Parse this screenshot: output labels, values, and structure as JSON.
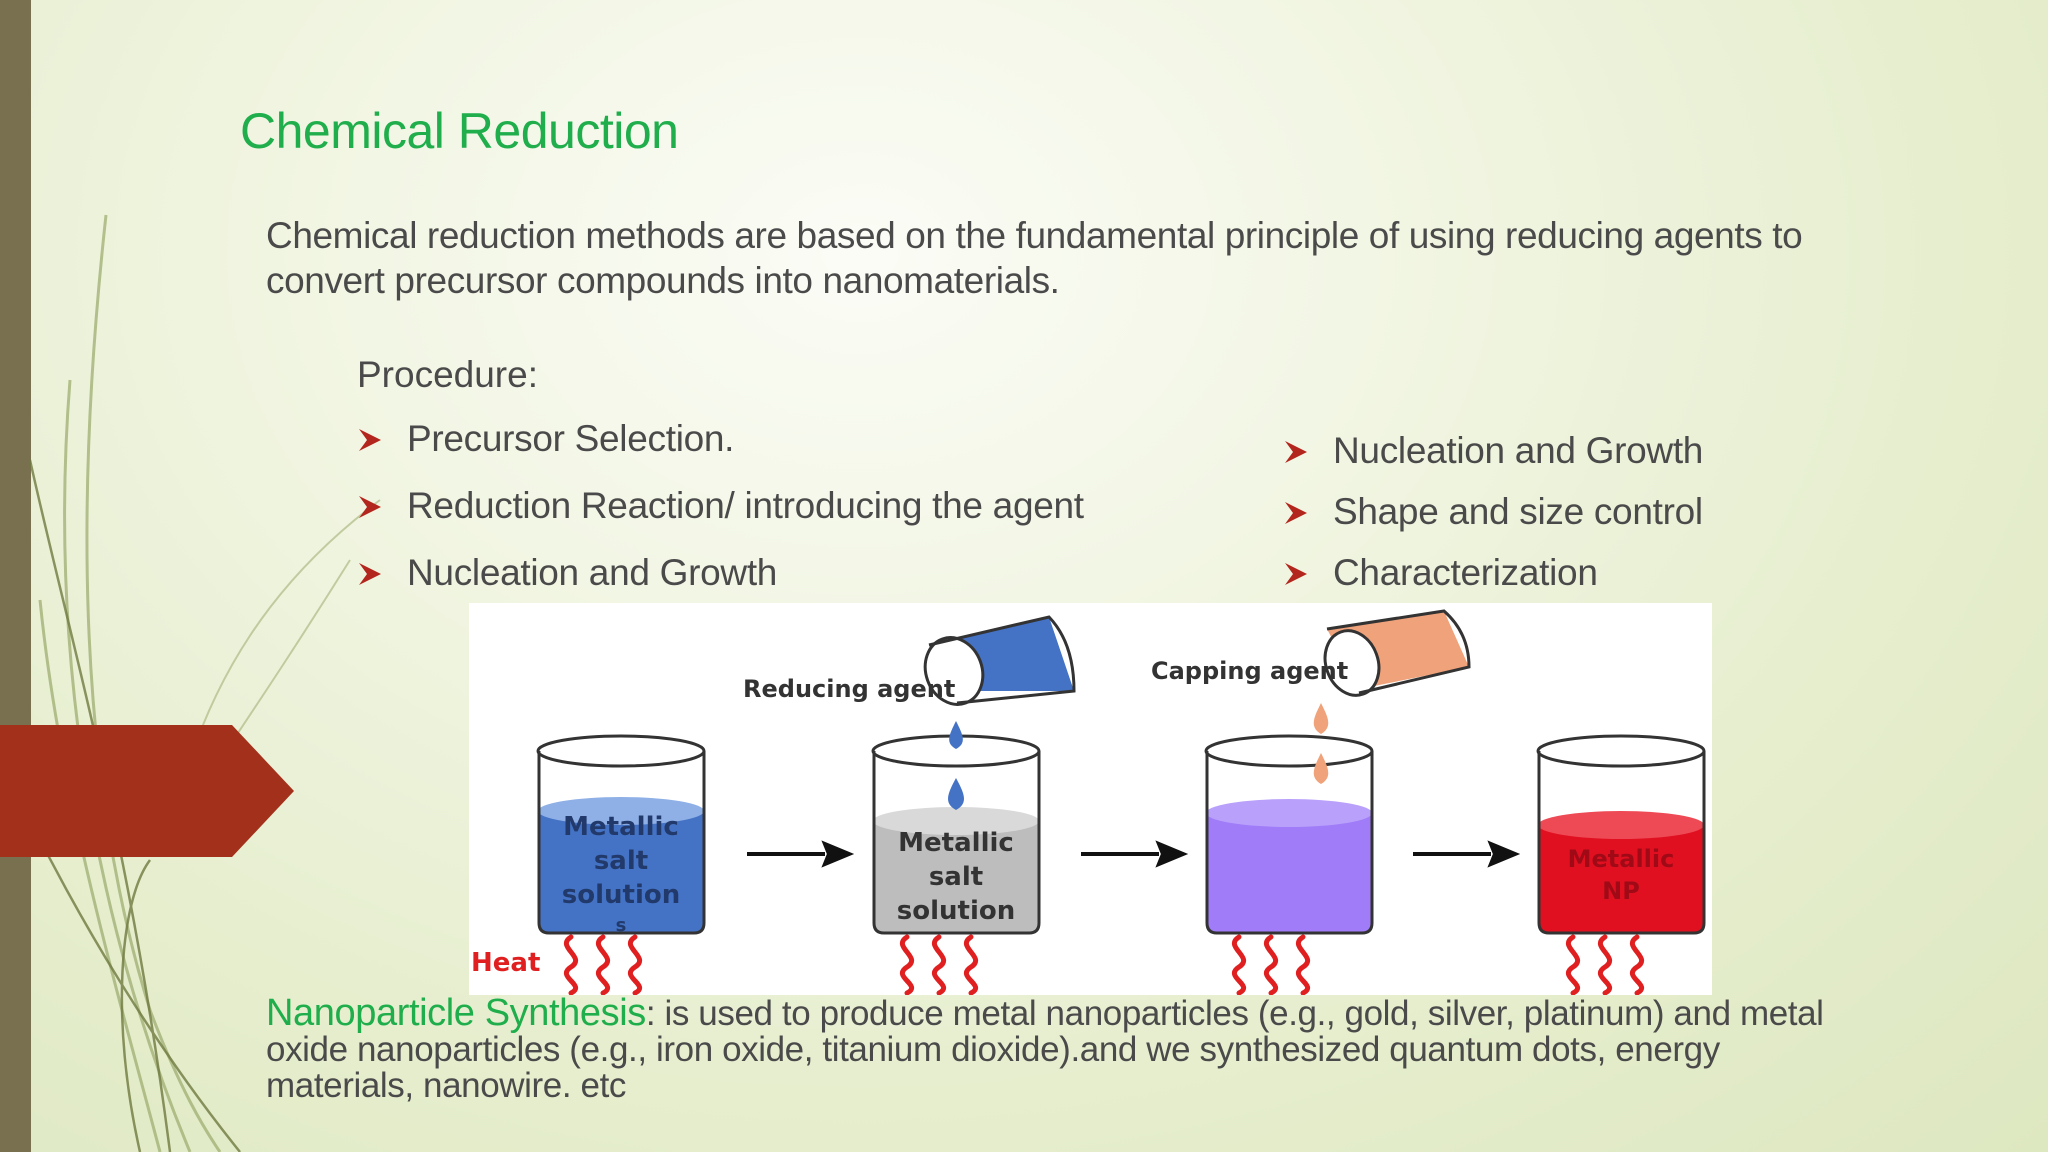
{
  "slide": {
    "title": "Chemical Reduction",
    "intro": "Chemical reduction methods are based on the fundamental principle of using reducing agents to convert precursor compounds into nanomaterials.",
    "procedure_label": "Procedure:",
    "left_bullets": [
      {
        "label": "Precursor Selection."
      },
      {
        "label": "Reduction Reaction/ introducing the agent"
      },
      {
        "label": "Nucleation and Growth"
      }
    ],
    "right_bullets": [
      {
        "label": "Nucleation and Growth"
      },
      {
        "label": "Shape and size control"
      },
      {
        "label": "Characterization"
      }
    ],
    "synthesis_heading": "Nanoparticle Synthesis",
    "synthesis_text": ": is used to produce metal nanoparticles (e.g., gold, silver, platinum) and metal oxide nanoparticles (e.g., iron oxide, titanium dioxide).and we synthesized quantum dots, energy materials, nanowire. etc"
  },
  "figure": {
    "reducing_agent_label": "Reducing agent",
    "capping_agent_label": "Capping agent",
    "heat_label": "Heat",
    "beaker1_line1": "Metallic",
    "beaker1_line2": "salt",
    "beaker1_line3": "solution",
    "beaker1_line4": "s",
    "beaker2_line1": "Metallic",
    "beaker2_line2": "salt",
    "beaker2_line3": "solution",
    "beaker4_line1": "Metallic",
    "beaker4_line2": "NP"
  },
  "colors": {
    "title_green": "#1fae4b",
    "body_gray": "#4a4a4a",
    "bullet_red": "#b3261e",
    "side_bar": "#78704f",
    "arrow_tab": "#a3301a",
    "beaker_blue": "#4472c4",
    "beaker_gray": "#c0c0c0",
    "beaker_purple": "#a07cf8",
    "beaker_red": "#e01021",
    "capping_orange": "#f0a27a",
    "heat_red": "#e02020"
  },
  "icons": {
    "bullet": "arrowhead-bullet-icon",
    "heat": "heat-wave-icon",
    "flow_arrow": "right-arrow-icon"
  }
}
